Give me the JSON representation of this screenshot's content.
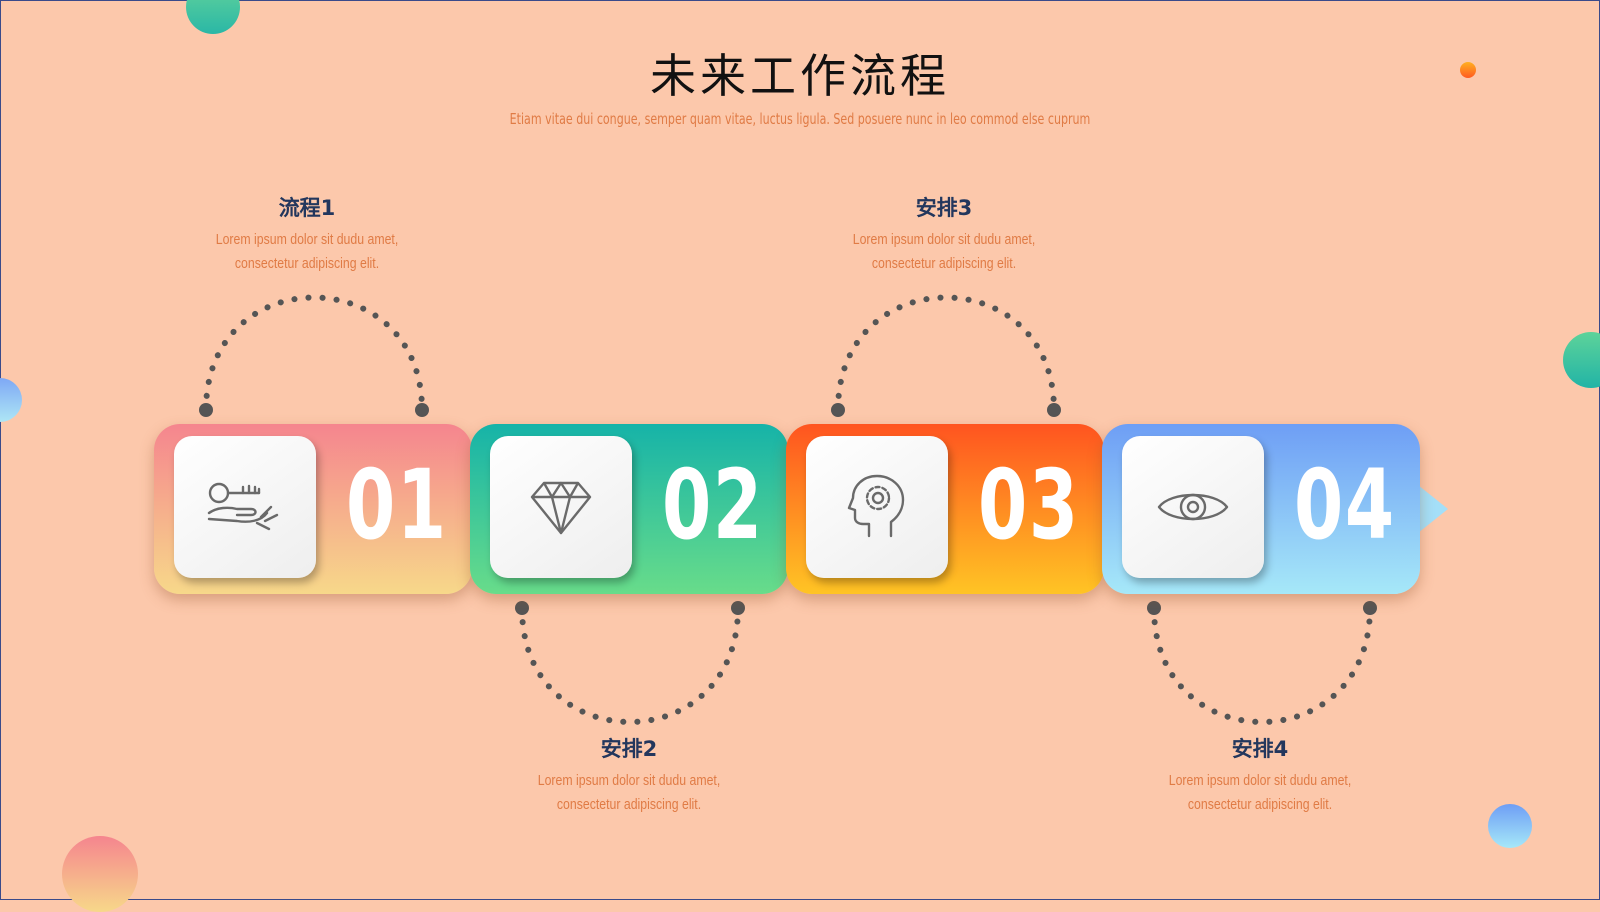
{
  "title": "未来工作流程",
  "subtitle": "Etiam vitae dui congue, semper quam vitae, luctus ligula. Sed posuere nunc in leo commod else cuprum",
  "steps": [
    {
      "number": "01",
      "heading": "流程1",
      "desc_line1": "Lorem ipsum dolor sit dudu amet,",
      "desc_line2": "consectetur adipiscing elit.",
      "icon": "key-in-hand-icon",
      "gradient": [
        "#f5858e",
        "#f7d88a"
      ],
      "label_position": "top"
    },
    {
      "number": "02",
      "heading": "安排2",
      "desc_line1": "Lorem ipsum dolor sit dudu amet,",
      "desc_line2": "consectetur adipiscing elit.",
      "icon": "diamond-icon",
      "gradient": [
        "#16b3a8",
        "#68dc8a"
      ],
      "label_position": "bottom"
    },
    {
      "number": "03",
      "heading": "安排3",
      "desc_line1": "Lorem ipsum dolor sit dudu amet,",
      "desc_line2": "consectetur adipiscing elit.",
      "icon": "head-gear-icon",
      "gradient": [
        "#ff5420",
        "#ffc424"
      ],
      "label_position": "top"
    },
    {
      "number": "04",
      "heading": "安排4",
      "desc_line1": "Lorem ipsum dolor sit dudu amet,",
      "desc_line2": "consectetur adipiscing elit.",
      "icon": "eye-icon",
      "gradient": [
        "#6e9ef5",
        "#a6e8f8"
      ],
      "label_position": "bottom"
    }
  ],
  "colors": {
    "background": "#fcc8ab",
    "heading": "#23375d",
    "description": "#e07b45",
    "dots": "#555555"
  }
}
